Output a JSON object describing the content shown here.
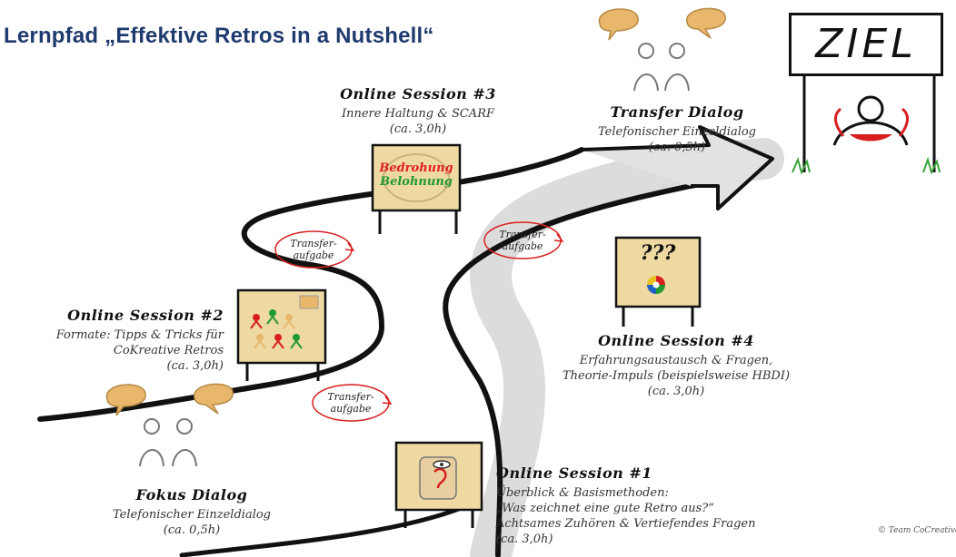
{
  "title": "Lernpfad „Effektive Retros in a Nutshell“",
  "goal": {
    "label": "ZIEL"
  },
  "sessions": {
    "s1": {
      "heading": "Online Session #1",
      "lines": [
        "Überblick & Basismethoden:",
        "„Was zeichnet eine gute Retro aus?“",
        "Achtsames Zuhören & Vertiefendes Fragen",
        "(ca. 3,0h)"
      ]
    },
    "s2": {
      "heading": "Online Session #2",
      "lines": [
        "Formate: Tipps & Tricks für",
        "CoKreative Retros",
        "(ca. 3,0h)"
      ]
    },
    "s3": {
      "heading": "Online Session #3",
      "lines": [
        "Innere Haltung & SCARF",
        "(ca. 3,0h)"
      ]
    },
    "s4": {
      "heading": "Online Session #4",
      "lines": [
        "Erfahrungsaustausch & Fragen,",
        "Theorie-Impuls (beispielsweise HBDI)",
        "(ca. 3,0h)"
      ]
    }
  },
  "dialogs": {
    "fokus": {
      "heading": "Fokus Dialog",
      "lines": [
        "Telefonischer Einzeldialog",
        "(ca. 0,5h)"
      ]
    },
    "transfer": {
      "heading": "Transfer Dialog",
      "lines": [
        "Telefonischer Einzeldialog",
        "(ca. 0,5h)"
      ]
    }
  },
  "boards": {
    "s3": {
      "line1": "Bedrohung",
      "line2": "Belohnung",
      "color1": "#e02020",
      "color2": "#1f9a2f"
    },
    "s4": {
      "text": "???"
    }
  },
  "loops": {
    "l1": [
      "Transfer-",
      "aufgabe"
    ],
    "l2": [
      "Transfer-",
      "aufgabe"
    ],
    "l3": [
      "Transfer-",
      "aufgabe"
    ]
  },
  "copyright": "© Team CoCreative",
  "colors": {
    "title": "#1f3a6e",
    "board": "#eed9a2",
    "bubble": "#e9b76c",
    "loop": "#d81e1e",
    "path_shadow": "#d8d8d8"
  }
}
